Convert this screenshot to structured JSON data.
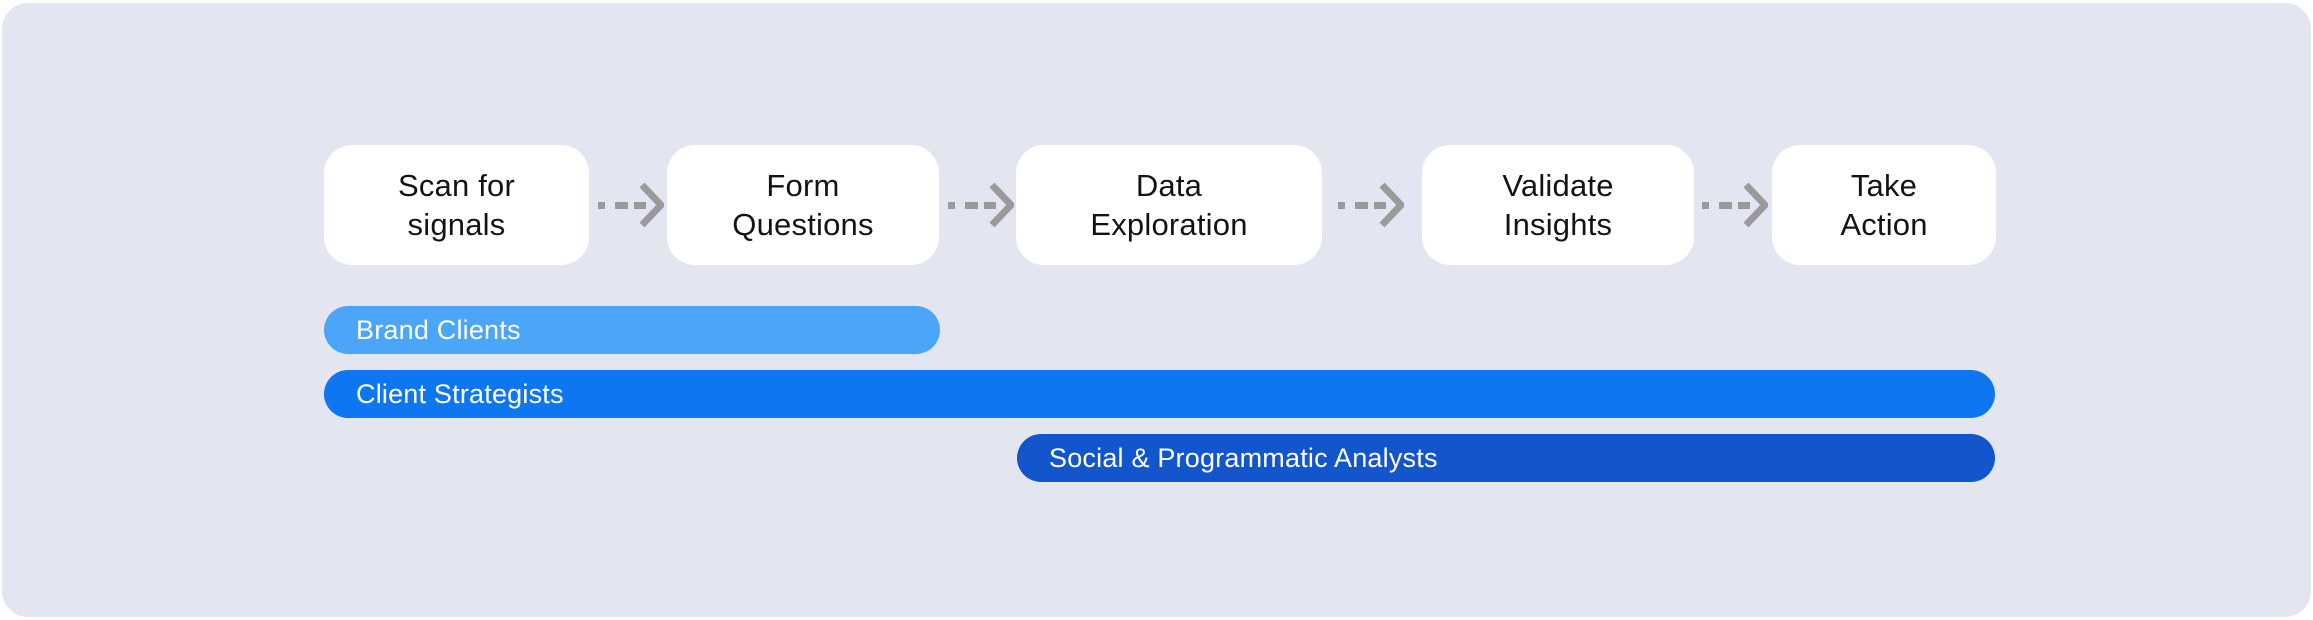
{
  "diagram": {
    "type": "process-flow-with-role-spans",
    "background_color": "#E3E6F0",
    "stages": [
      {
        "label": "Scan for\nsignals"
      },
      {
        "label": "Form\nQuestions"
      },
      {
        "label": "Data\nExploration"
      },
      {
        "label": "Validate\nInsights"
      },
      {
        "label": "Take\nAction"
      }
    ],
    "connector": {
      "icon": "dashed-arrow-right-icon",
      "color": "#9A9A9A"
    },
    "stage_box": {
      "fill": "#FFFFFF",
      "text_color": "#131313"
    },
    "roles": [
      {
        "label": "Brand Clients",
        "color": "#4BA5F8",
        "from_stage": "Scan for signals",
        "to_stage": "Form Questions"
      },
      {
        "label": "Client Strategists",
        "color": "#0F76F2",
        "from_stage": "Scan for signals",
        "to_stage": "Take Action"
      },
      {
        "label": "Social & Programmatic Analysts",
        "color": "#1355CD",
        "from_stage": "Data Exploration",
        "to_stage": "Take Action"
      }
    ]
  }
}
